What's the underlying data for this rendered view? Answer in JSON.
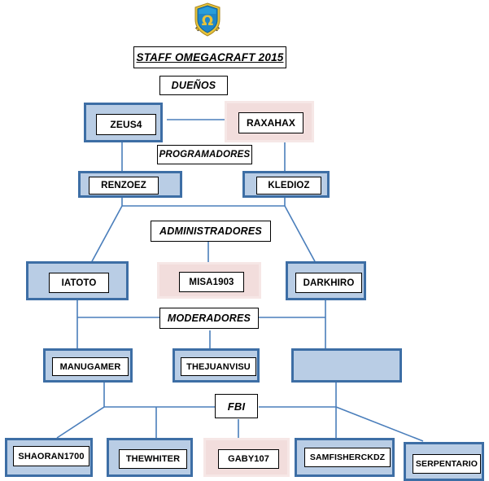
{
  "title": "STAFF OMEGACRAFT 2015",
  "logo": {
    "name": "omegacraft-shield-logo",
    "symbol": "Ω",
    "shield_color": "#1f86c8",
    "emblem_color": "#e8c33a"
  },
  "colors": {
    "blue_fill": "#b9cde5",
    "blue_border": "#3d6ea5",
    "pink_fill": "#f2dddc",
    "pink_border": "#f6e7e6",
    "connector": "#4a7ebb",
    "box_border": "#000000",
    "background": "#ffffff"
  },
  "sections": [
    {
      "id": "duenos",
      "label": "DUEÑOS",
      "members": [
        {
          "name": "ZEUS4",
          "color": "blue"
        },
        {
          "name": "RAXAHAX",
          "color": "pink"
        }
      ]
    },
    {
      "id": "programadores",
      "label": "PROGRAMADORES",
      "members": [
        {
          "name": "RENZOEZ",
          "color": "blue"
        },
        {
          "name": "KLEDIOZ",
          "color": "blue"
        }
      ]
    },
    {
      "id": "administradores",
      "label": "ADMINISTRADORES",
      "members": [
        {
          "name": "IATOTO",
          "color": "blue"
        },
        {
          "name": "MISA1903",
          "color": "pink"
        },
        {
          "name": "DARKHIRO",
          "color": "blue"
        }
      ]
    },
    {
      "id": "moderadores",
      "label": "MODERADORES",
      "members": [
        {
          "name": "MANUGAMER",
          "color": "blue"
        },
        {
          "name": "THEJUANVISU",
          "color": "blue"
        },
        {
          "name": "",
          "color": "blue"
        }
      ]
    },
    {
      "id": "fbi",
      "label": "FBI",
      "members": [
        {
          "name": "SHAORAN1700",
          "color": "blue"
        },
        {
          "name": "THEWHITER",
          "color": "blue"
        },
        {
          "name": "GABY107",
          "color": "pink"
        },
        {
          "name": "SAMFISHERCKDZ",
          "color": "blue"
        },
        {
          "name": "SERPENTARIO",
          "color": "blue"
        }
      ]
    }
  ]
}
